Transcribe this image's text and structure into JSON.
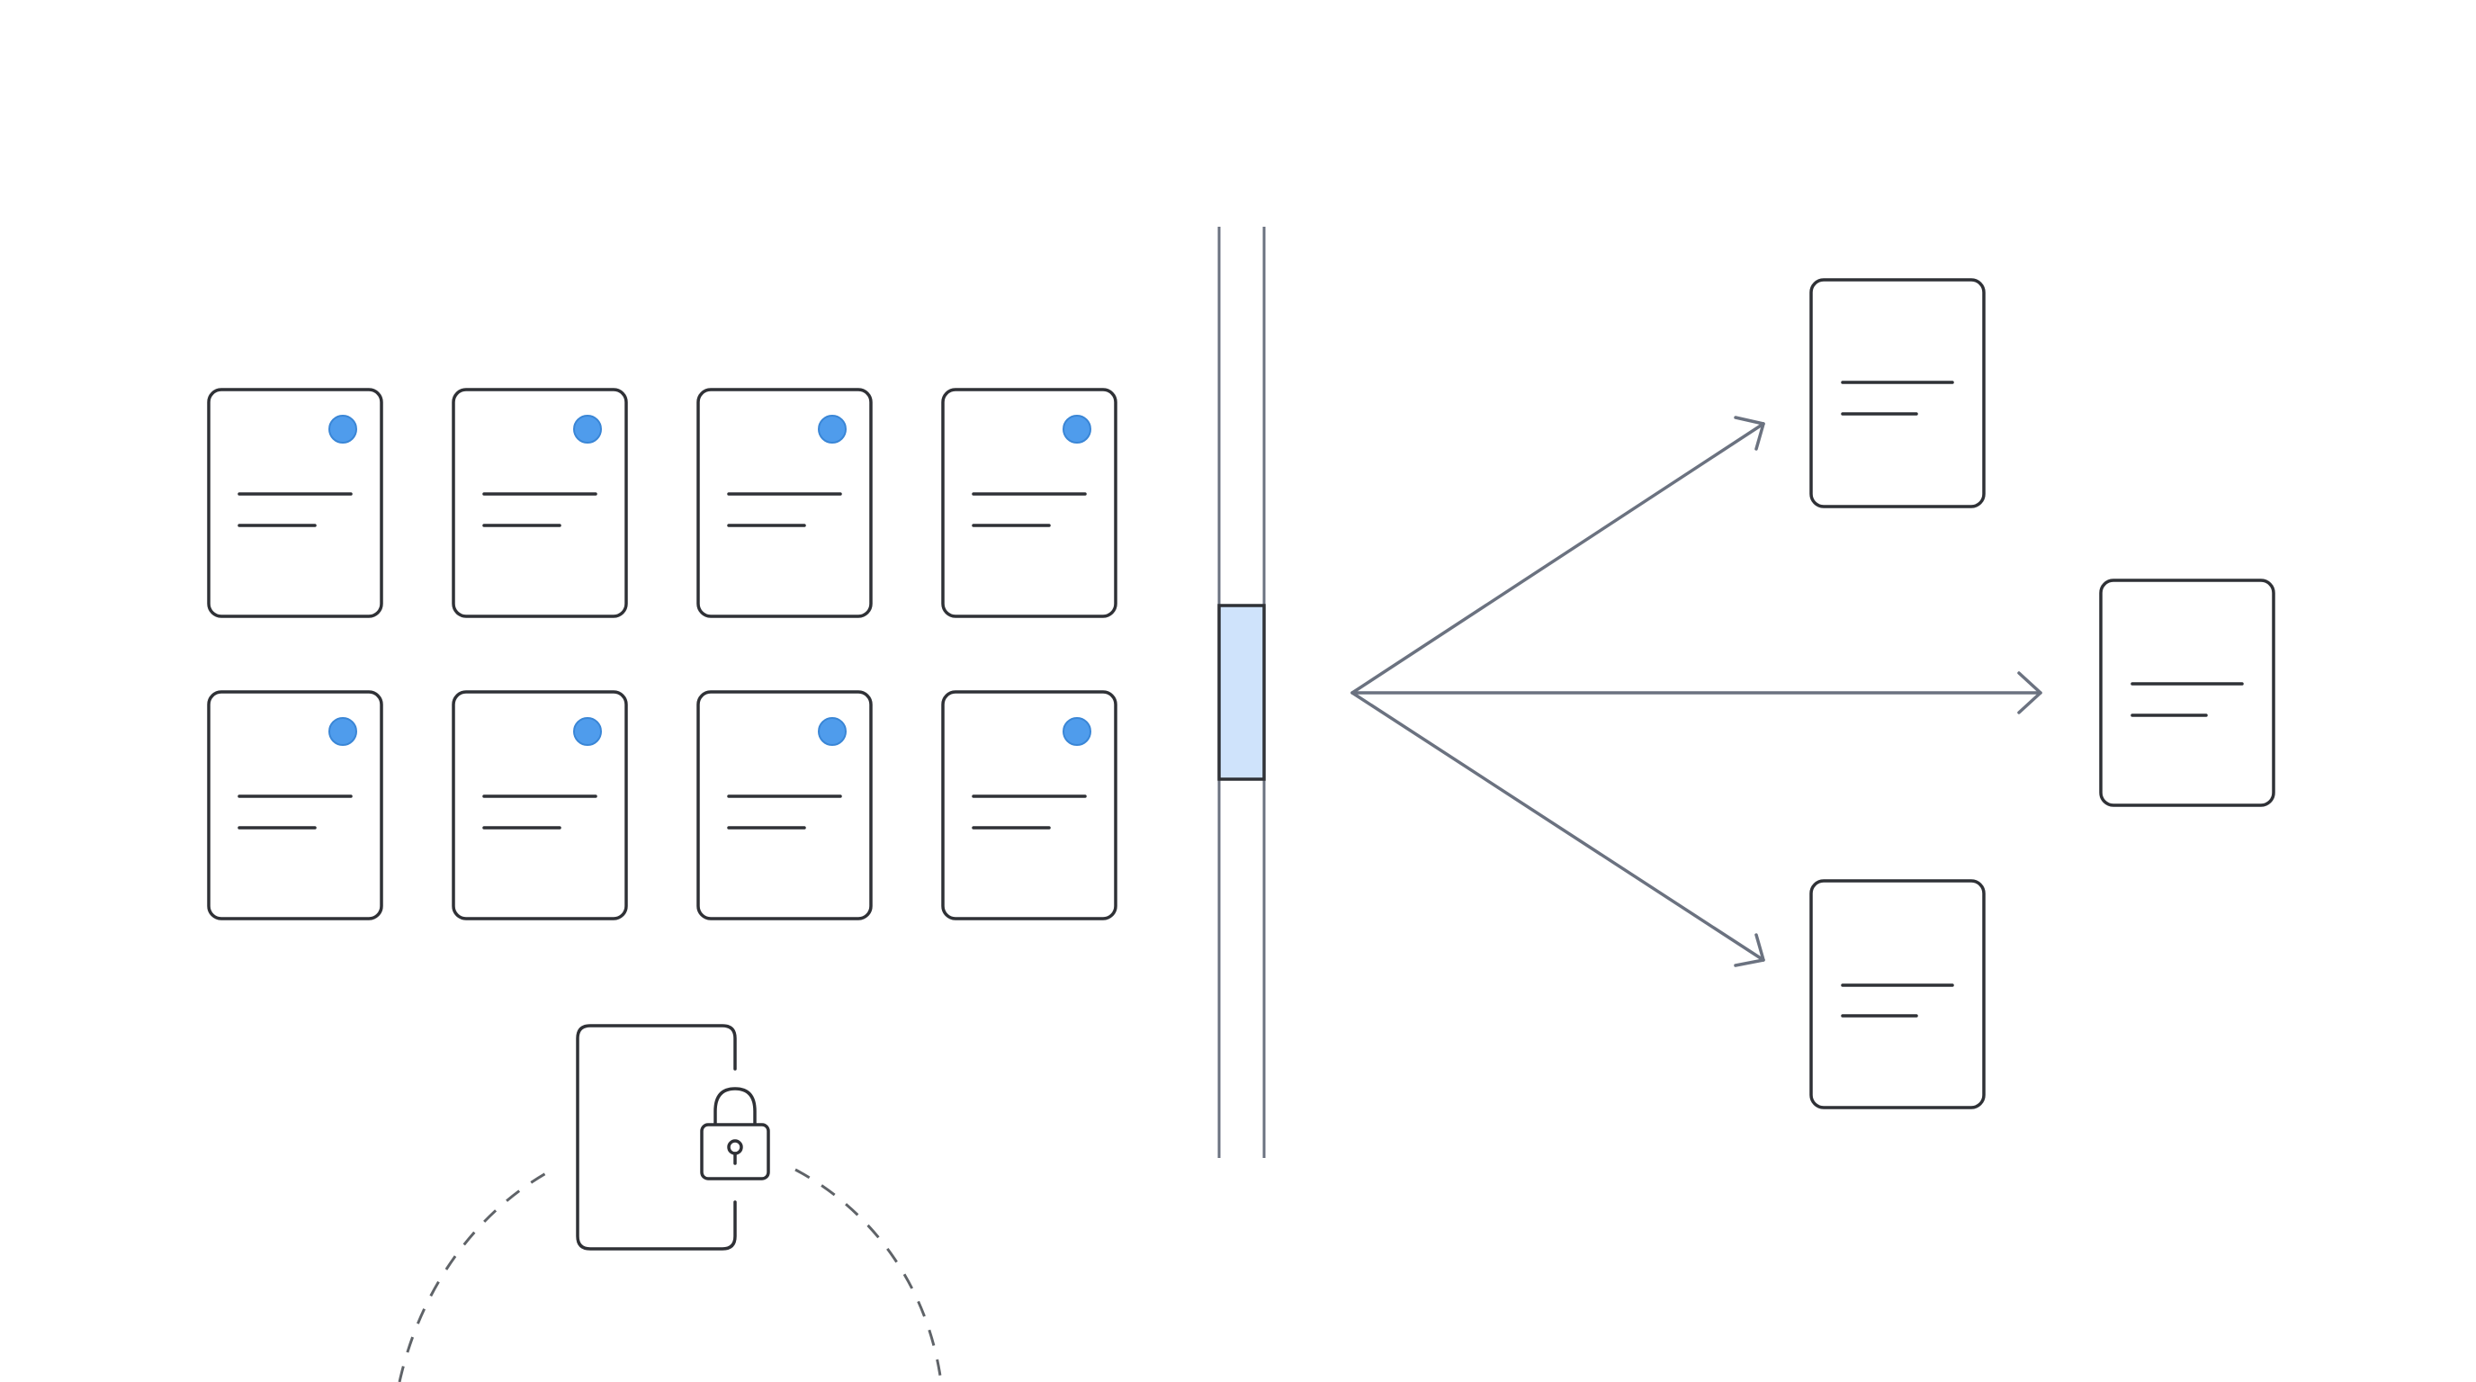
{
  "diagram": {
    "colors": {
      "background": "#ffffff",
      "outline": "#2f3136",
      "connector": "#6b7280",
      "dot": "#4f9cec",
      "dot_stroke": "#3a86d6",
      "gate_fill": "#cfe3fb",
      "dashed": "#5f6368"
    },
    "source_grid": {
      "rows": 2,
      "columns": 4,
      "card_marker": "blue-dot"
    },
    "gate": {
      "rails": 2,
      "highlighted_segment": true
    },
    "fan_out": {
      "branches": [
        "upper",
        "middle",
        "lower"
      ]
    },
    "output_cards": 3,
    "locked_document": {
      "icon": "padlock-icon",
      "boundary": "dashed-arc"
    }
  }
}
